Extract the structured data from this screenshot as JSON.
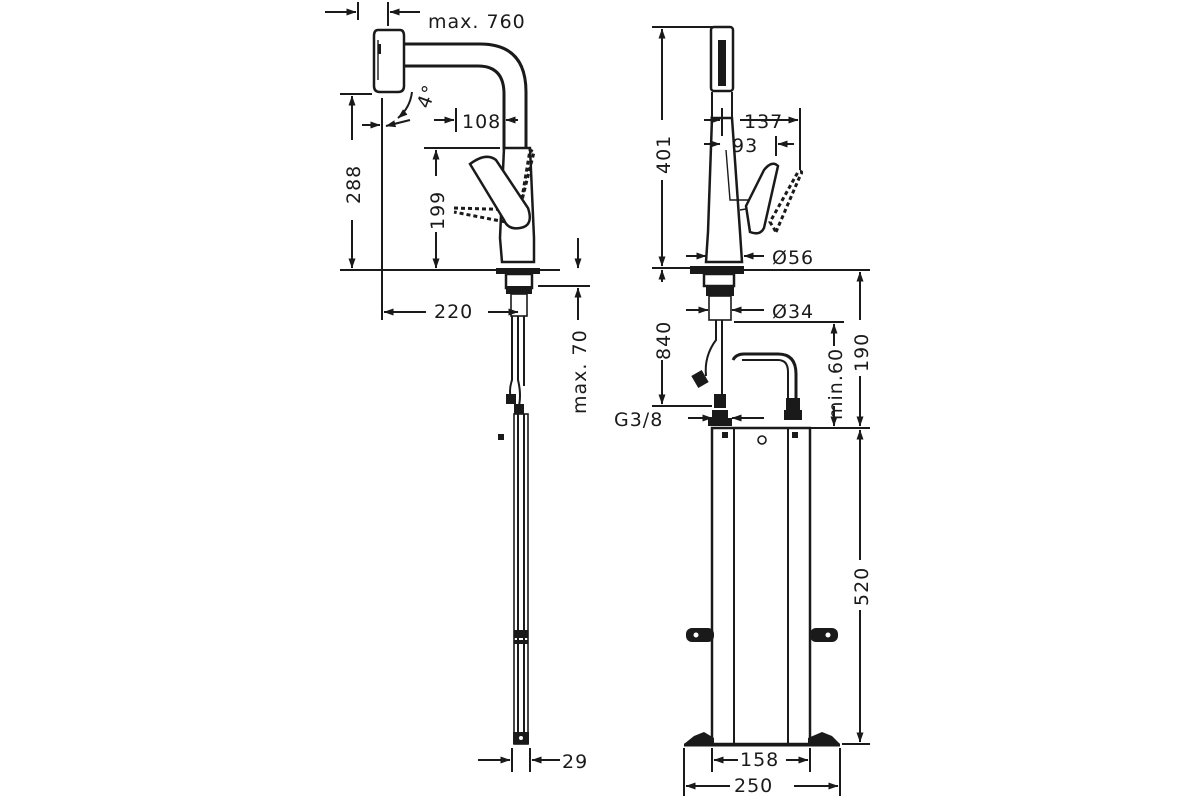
{
  "dimensions": {
    "left_view": {
      "max_reach": "max. 760",
      "angle": "4°",
      "dim_108": "108",
      "dim_288": "288",
      "dim_199": "199",
      "dim_220": "220",
      "dim_max70": "max. 70",
      "dim_29": "29"
    },
    "right_view": {
      "dim_401": "401",
      "dim_137": "137",
      "dim_93": "93",
      "dim_d56": "Ø56",
      "dim_d34": "Ø34",
      "dim_840": "840",
      "dim_min60": "min.60",
      "dim_190": "190",
      "dim_g38": "G3/8",
      "dim_520": "520",
      "dim_158": "158",
      "dim_250": "250"
    }
  }
}
